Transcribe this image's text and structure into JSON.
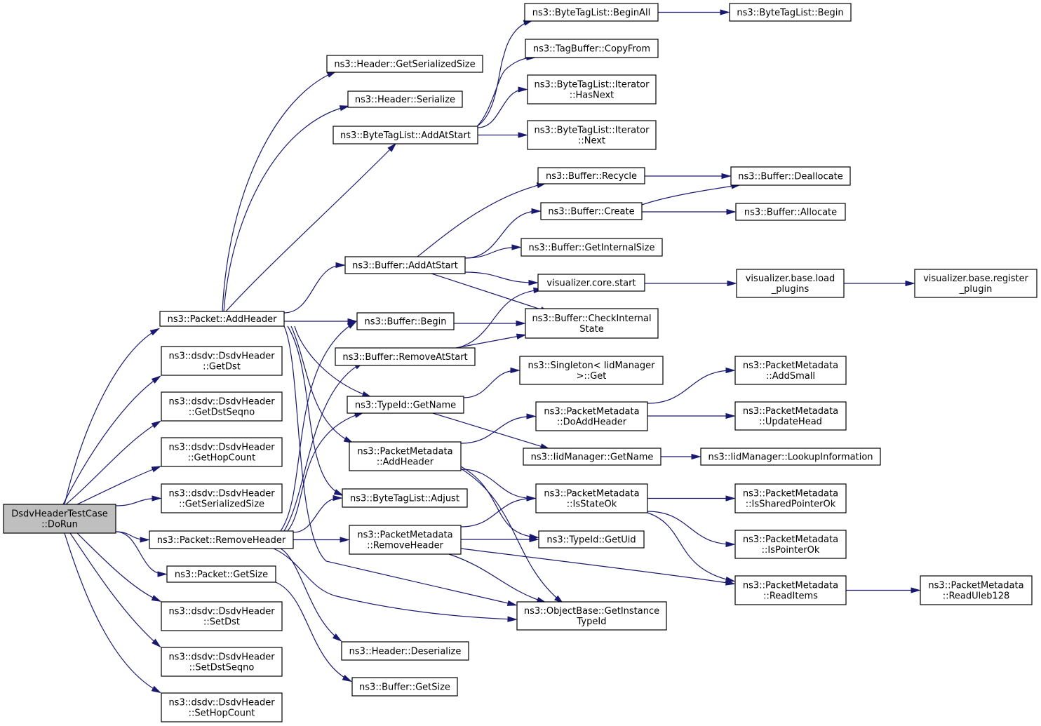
{
  "nodes": [
    {
      "id": "root",
      "lines": [
        "DsdvHeaderTestCase",
        "::DoRun"
      ],
      "style": "root"
    },
    {
      "id": "pkt_addheader",
      "lines": [
        "ns3::Packet::AddHeader"
      ]
    },
    {
      "id": "dsdv_getdst",
      "lines": [
        "ns3::dsdv::DsdvHeader",
        "::GetDst"
      ]
    },
    {
      "id": "dsdv_getdstseqno",
      "lines": [
        "ns3::dsdv::DsdvHeader",
        "::GetDstSeqno"
      ]
    },
    {
      "id": "dsdv_gethopcount",
      "lines": [
        "ns3::dsdv::DsdvHeader",
        "::GetHopCount"
      ]
    },
    {
      "id": "dsdv_getserializedsize",
      "lines": [
        "ns3::dsdv::DsdvHeader",
        "::GetSerializedSize"
      ]
    },
    {
      "id": "pkt_removeheader",
      "lines": [
        "ns3::Packet::RemoveHeader"
      ]
    },
    {
      "id": "pkt_getsize",
      "lines": [
        "ns3::Packet::GetSize"
      ]
    },
    {
      "id": "dsdv_setdst",
      "lines": [
        "ns3::dsdv::DsdvHeader",
        "::SetDst"
      ]
    },
    {
      "id": "dsdv_setdstseqno",
      "lines": [
        "ns3::dsdv::DsdvHeader",
        "::SetDstSeqno"
      ]
    },
    {
      "id": "dsdv_sethopcount",
      "lines": [
        "ns3::dsdv::DsdvHeader",
        "::SetHopCount"
      ]
    },
    {
      "id": "hdr_getserializedsize",
      "lines": [
        "ns3::Header::GetSerializedSize"
      ]
    },
    {
      "id": "hdr_serialize",
      "lines": [
        "ns3::Header::Serialize"
      ]
    },
    {
      "id": "btl_addatstart",
      "lines": [
        "ns3::ByteTagList::AddAtStart"
      ]
    },
    {
      "id": "buf_addatstart",
      "lines": [
        "ns3::Buffer::AddAtStart"
      ]
    },
    {
      "id": "buf_begin",
      "lines": [
        "ns3::Buffer::Begin"
      ]
    },
    {
      "id": "buf_removeatstart",
      "lines": [
        "ns3::Buffer::RemoveAtStart"
      ]
    },
    {
      "id": "typeid_getname",
      "lines": [
        "ns3::TypeId::GetName"
      ]
    },
    {
      "id": "pm_addheader",
      "lines": [
        "ns3::PacketMetadata",
        "::AddHeader"
      ]
    },
    {
      "id": "btl_adjust",
      "lines": [
        "ns3::ByteTagList::Adjust"
      ]
    },
    {
      "id": "pm_removeheader",
      "lines": [
        "ns3::PacketMetadata",
        "::RemoveHeader"
      ]
    },
    {
      "id": "hdr_deserialize",
      "lines": [
        "ns3::Header::Deserialize"
      ]
    },
    {
      "id": "buf_getsize",
      "lines": [
        "ns3::Buffer::GetSize"
      ]
    },
    {
      "id": "btl_beginall",
      "lines": [
        "ns3::ByteTagList::BeginAll"
      ]
    },
    {
      "id": "tagbuf_copyfrom",
      "lines": [
        "ns3::TagBuffer::CopyFrom"
      ]
    },
    {
      "id": "btl_it_hasnext",
      "lines": [
        "ns3::ByteTagList::Iterator",
        "::HasNext"
      ]
    },
    {
      "id": "btl_it_next",
      "lines": [
        "ns3::ByteTagList::Iterator",
        "::Next"
      ]
    },
    {
      "id": "btl_begin",
      "lines": [
        "ns3::ByteTagList::Begin"
      ]
    },
    {
      "id": "buf_recycle",
      "lines": [
        "ns3::Buffer::Recycle"
      ]
    },
    {
      "id": "buf_create",
      "lines": [
        "ns3::Buffer::Create"
      ]
    },
    {
      "id": "buf_getinternalsize",
      "lines": [
        "ns3::Buffer::GetInternalSize"
      ]
    },
    {
      "id": "vis_core_start",
      "lines": [
        "visualizer.core.start"
      ]
    },
    {
      "id": "buf_checkinternalstate",
      "lines": [
        "ns3::Buffer::CheckInternal",
        "State"
      ]
    },
    {
      "id": "singleton_get",
      "lines": [
        "ns3::Singleton< IidManager",
        ">::Get"
      ]
    },
    {
      "id": "pm_doaddheader",
      "lines": [
        "ns3::PacketMetadata",
        "::DoAddHeader"
      ]
    },
    {
      "id": "iidmgr_getname",
      "lines": [
        "ns3::IidManager::GetName"
      ]
    },
    {
      "id": "pm_isstateok",
      "lines": [
        "ns3::PacketMetadata",
        "::IsStateOk"
      ]
    },
    {
      "id": "typeid_getuid",
      "lines": [
        "ns3::TypeId::GetUid"
      ]
    },
    {
      "id": "objbase_getinstancetypeid",
      "lines": [
        "ns3::ObjectBase::GetInstance",
        "TypeId"
      ]
    },
    {
      "id": "buf_deallocate",
      "lines": [
        "ns3::Buffer::Deallocate"
      ]
    },
    {
      "id": "buf_allocate",
      "lines": [
        "ns3::Buffer::Allocate"
      ]
    },
    {
      "id": "vis_base_load_plugins",
      "lines": [
        "visualizer.base.load",
        "_plugins"
      ]
    },
    {
      "id": "pm_addsmall",
      "lines": [
        "ns3::PacketMetadata",
        "::AddSmall"
      ],
      "style": "truncated"
    },
    {
      "id": "pm_updatehead",
      "lines": [
        "ns3::PacketMetadata",
        "::UpdateHead"
      ],
      "style": "truncated"
    },
    {
      "id": "iidmgr_lookupinformation",
      "lines": [
        "ns3::IidManager::LookupInformation"
      ]
    },
    {
      "id": "pm_issharedpointerok",
      "lines": [
        "ns3::PacketMetadata",
        "::IsSharedPointerOk"
      ]
    },
    {
      "id": "pm_ispointerok",
      "lines": [
        "ns3::PacketMetadata",
        "::IsPointerOk"
      ]
    },
    {
      "id": "pm_readitems",
      "lines": [
        "ns3::PacketMetadata",
        "::ReadItems"
      ]
    },
    {
      "id": "vis_base_register_plugin",
      "lines": [
        "visualizer.base.register",
        "_plugin"
      ]
    },
    {
      "id": "pm_readuleb128",
      "lines": [
        "ns3::PacketMetadata",
        "::ReadUleb128"
      ]
    }
  ],
  "edges": [
    [
      "root",
      "pkt_addheader"
    ],
    [
      "root",
      "dsdv_getdst"
    ],
    [
      "root",
      "dsdv_getdstseqno"
    ],
    [
      "root",
      "dsdv_gethopcount"
    ],
    [
      "root",
      "dsdv_getserializedsize"
    ],
    [
      "root",
      "pkt_removeheader"
    ],
    [
      "root",
      "pkt_getsize"
    ],
    [
      "root",
      "dsdv_setdst"
    ],
    [
      "root",
      "dsdv_setdstseqno"
    ],
    [
      "root",
      "dsdv_sethopcount"
    ],
    [
      "pkt_addheader",
      "hdr_getserializedsize"
    ],
    [
      "pkt_addheader",
      "hdr_serialize"
    ],
    [
      "pkt_addheader",
      "btl_addatstart"
    ],
    [
      "pkt_addheader",
      "buf_addatstart"
    ],
    [
      "pkt_addheader",
      "buf_begin"
    ],
    [
      "pkt_addheader",
      "typeid_getname"
    ],
    [
      "pkt_addheader",
      "pm_addheader"
    ],
    [
      "pkt_addheader",
      "btl_adjust"
    ],
    [
      "pkt_addheader",
      "objbase_getinstancetypeid"
    ],
    [
      "pkt_removeheader",
      "buf_begin"
    ],
    [
      "pkt_removeheader",
      "buf_removeatstart"
    ],
    [
      "pkt_removeheader",
      "typeid_getname"
    ],
    [
      "pkt_removeheader",
      "btl_adjust"
    ],
    [
      "pkt_removeheader",
      "pm_removeheader"
    ],
    [
      "pkt_removeheader",
      "objbase_getinstancetypeid"
    ],
    [
      "pkt_removeheader",
      "hdr_deserialize"
    ],
    [
      "pkt_getsize",
      "buf_getsize"
    ],
    [
      "btl_addatstart",
      "btl_beginall"
    ],
    [
      "btl_addatstart",
      "tagbuf_copyfrom"
    ],
    [
      "btl_addatstart",
      "btl_it_hasnext"
    ],
    [
      "btl_addatstart",
      "btl_it_next"
    ],
    [
      "btl_beginall",
      "btl_begin"
    ],
    [
      "buf_addatstart",
      "buf_recycle"
    ],
    [
      "buf_addatstart",
      "buf_create"
    ],
    [
      "buf_addatstart",
      "buf_getinternalsize"
    ],
    [
      "buf_addatstart",
      "vis_core_start"
    ],
    [
      "buf_addatstart",
      "buf_checkinternalstate"
    ],
    [
      "buf_recycle",
      "buf_deallocate"
    ],
    [
      "buf_create",
      "buf_deallocate"
    ],
    [
      "buf_create",
      "buf_allocate"
    ],
    [
      "vis_core_start",
      "vis_base_load_plugins"
    ],
    [
      "vis_base_load_plugins",
      "vis_base_register_plugin"
    ],
    [
      "buf_begin",
      "buf_checkinternalstate"
    ],
    [
      "buf_removeatstart",
      "vis_core_start"
    ],
    [
      "buf_removeatstart",
      "buf_checkinternalstate"
    ],
    [
      "typeid_getname",
      "singleton_get"
    ],
    [
      "typeid_getname",
      "iidmgr_getname"
    ],
    [
      "iidmgr_getname",
      "iidmgr_lookupinformation"
    ],
    [
      "pm_addheader",
      "pm_doaddheader"
    ],
    [
      "pm_addheader",
      "pm_isstateok"
    ],
    [
      "pm_addheader",
      "typeid_getuid"
    ],
    [
      "pm_addheader",
      "objbase_getinstancetypeid"
    ],
    [
      "pm_doaddheader",
      "pm_addsmall"
    ],
    [
      "pm_doaddheader",
      "pm_updatehead"
    ],
    [
      "pm_removeheader",
      "pm_isstateok"
    ],
    [
      "pm_removeheader",
      "typeid_getuid"
    ],
    [
      "pm_removeheader",
      "pm_readitems"
    ],
    [
      "pm_removeheader",
      "objbase_getinstancetypeid"
    ],
    [
      "pm_isstateok",
      "pm_issharedpointerok"
    ],
    [
      "pm_isstateok",
      "pm_ispointerok"
    ],
    [
      "pm_isstateok",
      "pm_readitems"
    ],
    [
      "pm_readitems",
      "pm_readuleb128"
    ]
  ],
  "colors": {
    "edge": "#191970",
    "node_border": "#000000",
    "root_fill": "#bfbfbf",
    "node_fill": "#ffffff",
    "truncated_border": "#ff0000",
    "text": "#000000"
  }
}
